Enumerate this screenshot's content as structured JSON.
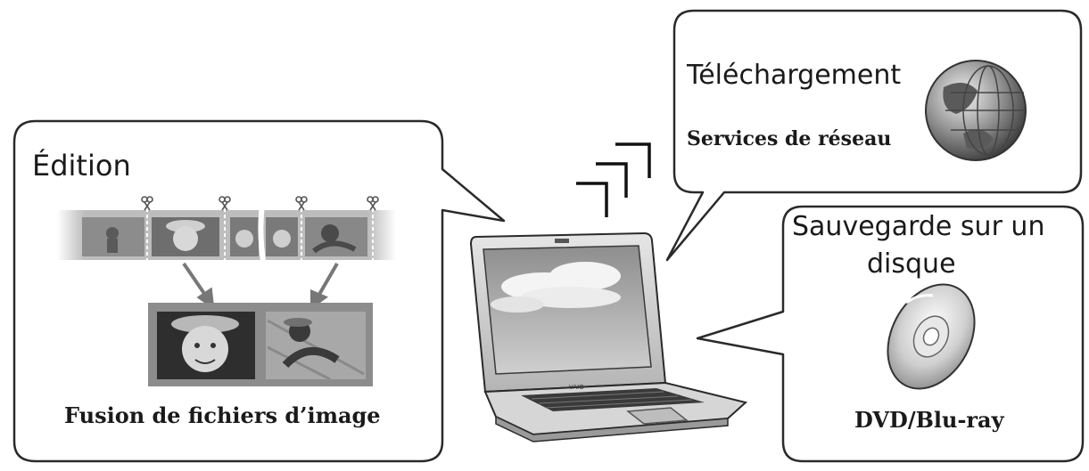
{
  "editing": {
    "title": "Édition",
    "caption": "Fusion de fichiers d’image"
  },
  "upload": {
    "title": "Téléchargement",
    "caption": "Services de réseau"
  },
  "disc": {
    "title_line1": "Sauvegarde sur un",
    "title_line2": "disque",
    "caption": "DVD/Blu-ray"
  },
  "laptop": {
    "brand": "VAIO"
  },
  "icons": {
    "network": "globe-icon",
    "disc": "disc-icon",
    "wireless": "wireless-signal-icon",
    "cut": "scissors-icon"
  },
  "colors": {
    "outline": "#2a2a2a",
    "background": "#ffffff",
    "photo_gray": "#8c8c8c"
  }
}
